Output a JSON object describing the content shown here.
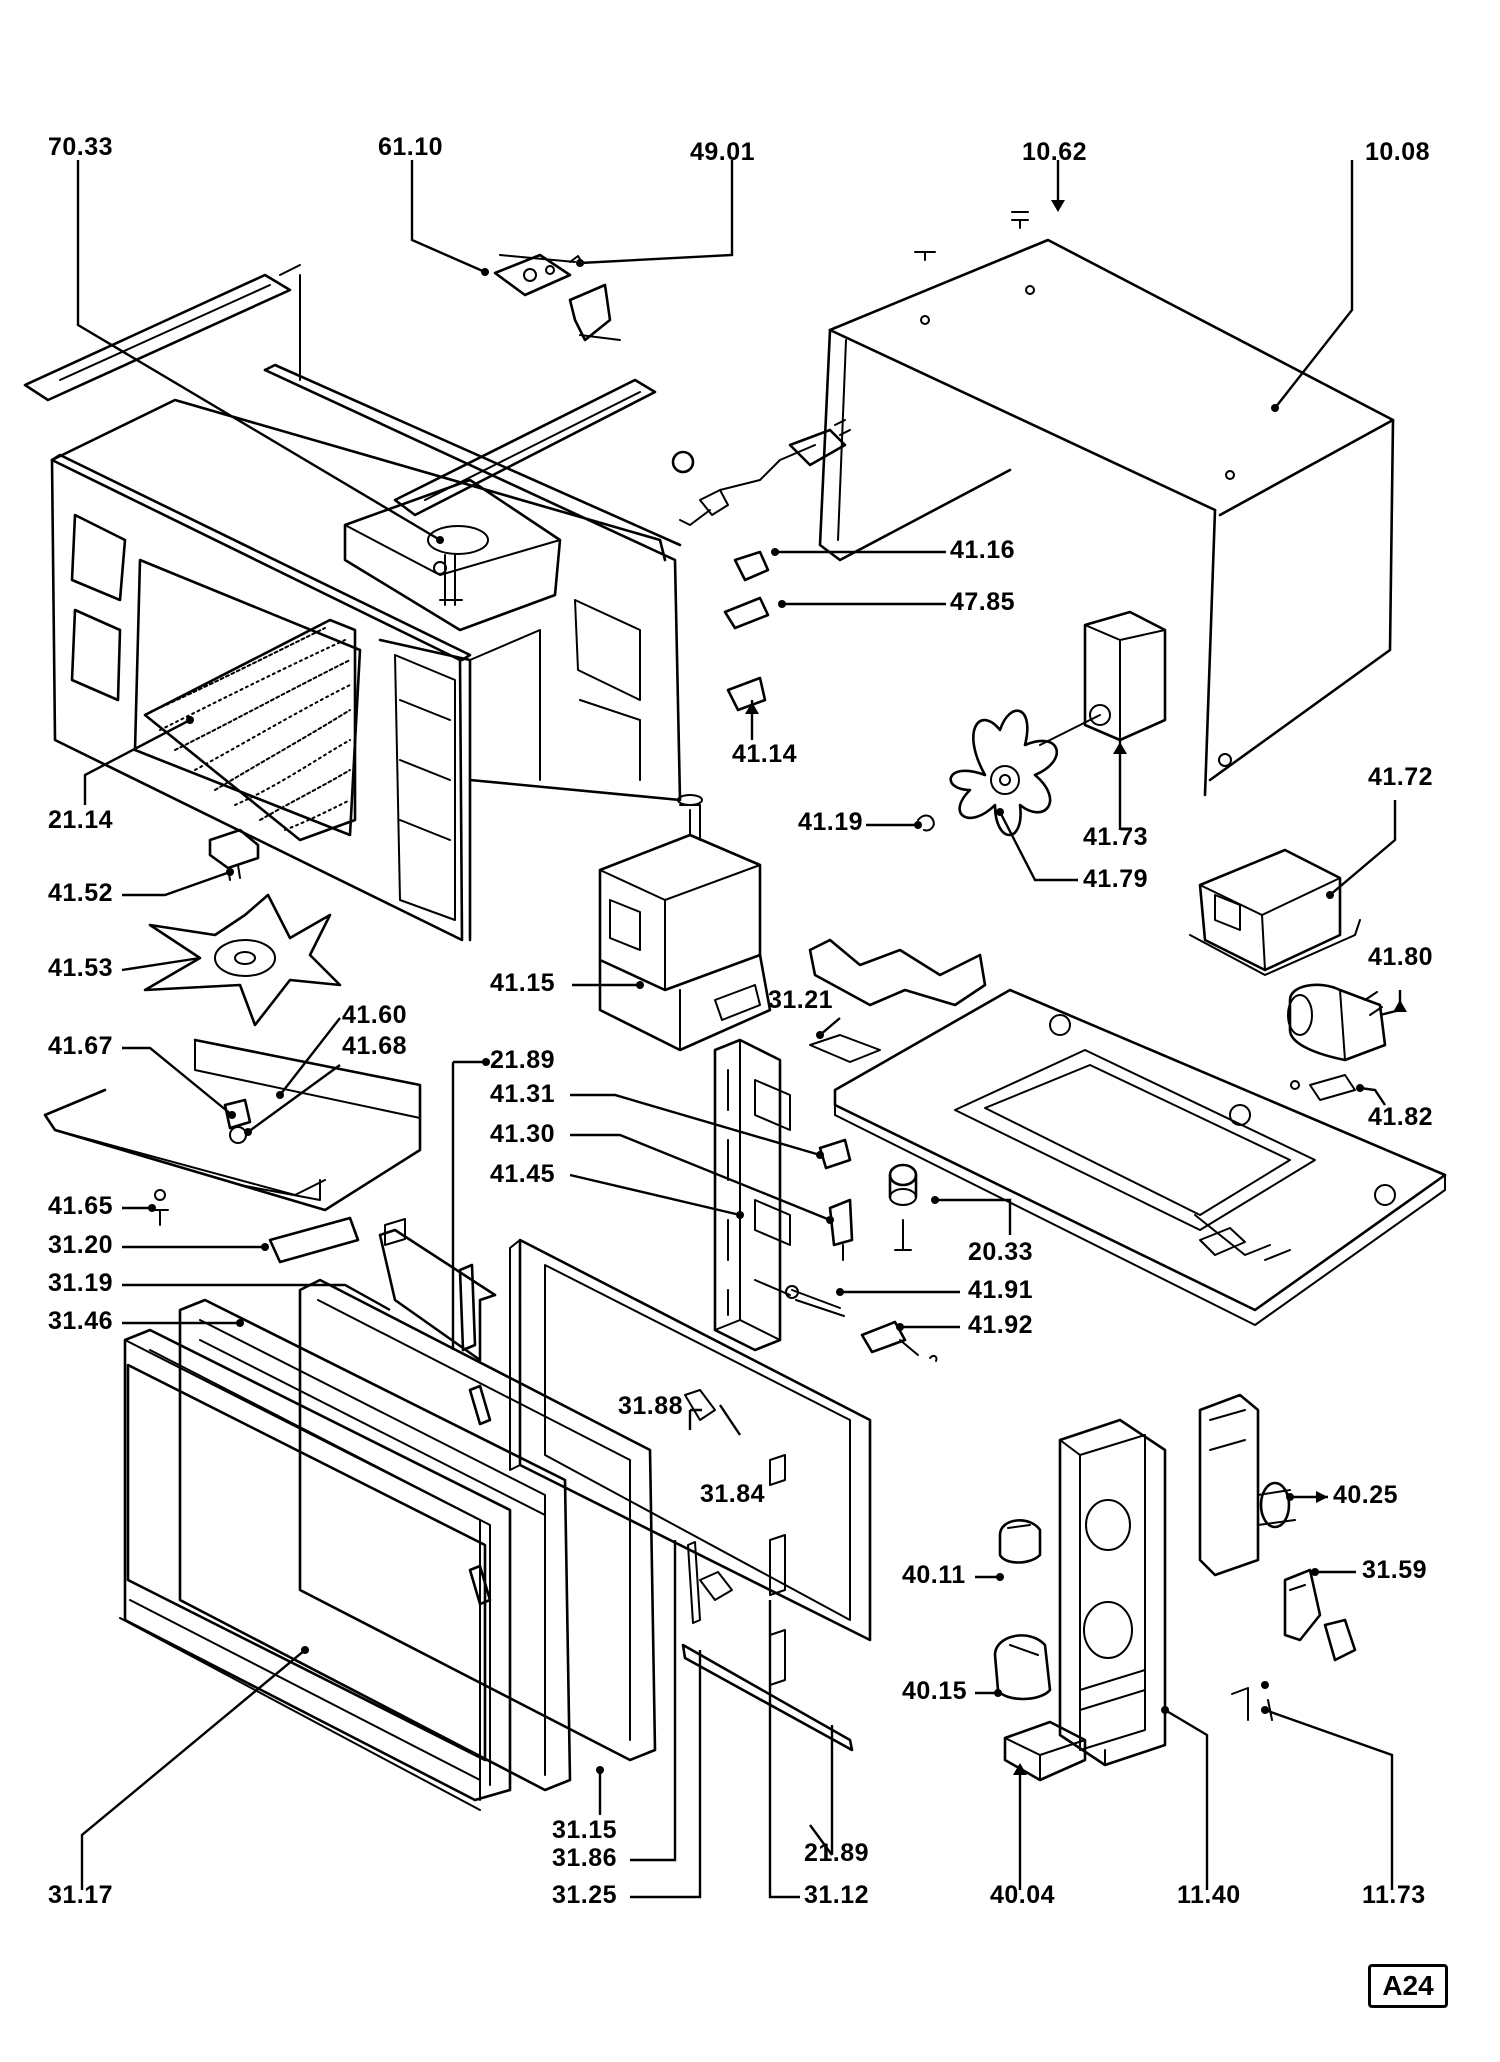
{
  "labels": {
    "p7033": "70.33",
    "p6110": "61.10",
    "p4901": "49.01",
    "p1062": "10.62",
    "p1008": "10.08",
    "p4116": "41.16",
    "p4785": "47.85",
    "p4114": "41.14",
    "p2114": "21.14",
    "p4119": "41.19",
    "p4173": "41.73",
    "p4172": "41.72",
    "p4179": "41.79",
    "p4152": "41.52",
    "p4153": "41.53",
    "p4115": "41.15",
    "p3121": "31.21",
    "p4180": "41.80",
    "p4160": "41.60",
    "p4167": "41.67",
    "p4168": "41.68",
    "p2189a": "21.89",
    "p4131": "41.31",
    "p4130": "41.30",
    "p4145": "41.45",
    "p4182": "41.82",
    "p4165": "41.65",
    "p3120": "31.20",
    "p2033": "20.33",
    "p3119": "31.19",
    "p4191": "41.91",
    "p3146": "31.46",
    "p4192": "41.92",
    "p3188": "31.88",
    "p3184": "31.84",
    "p4025": "40.25",
    "p4011": "40.11",
    "p3159": "31.59",
    "p4015": "40.15",
    "p3115": "31.15",
    "p3186": "31.86",
    "p2189b": "21.89",
    "p3117": "31.17",
    "p3125": "31.25",
    "p3112": "31.12",
    "p4004": "40.04",
    "p1140": "11.40",
    "p1173": "11.73"
  },
  "page_id": "A24"
}
